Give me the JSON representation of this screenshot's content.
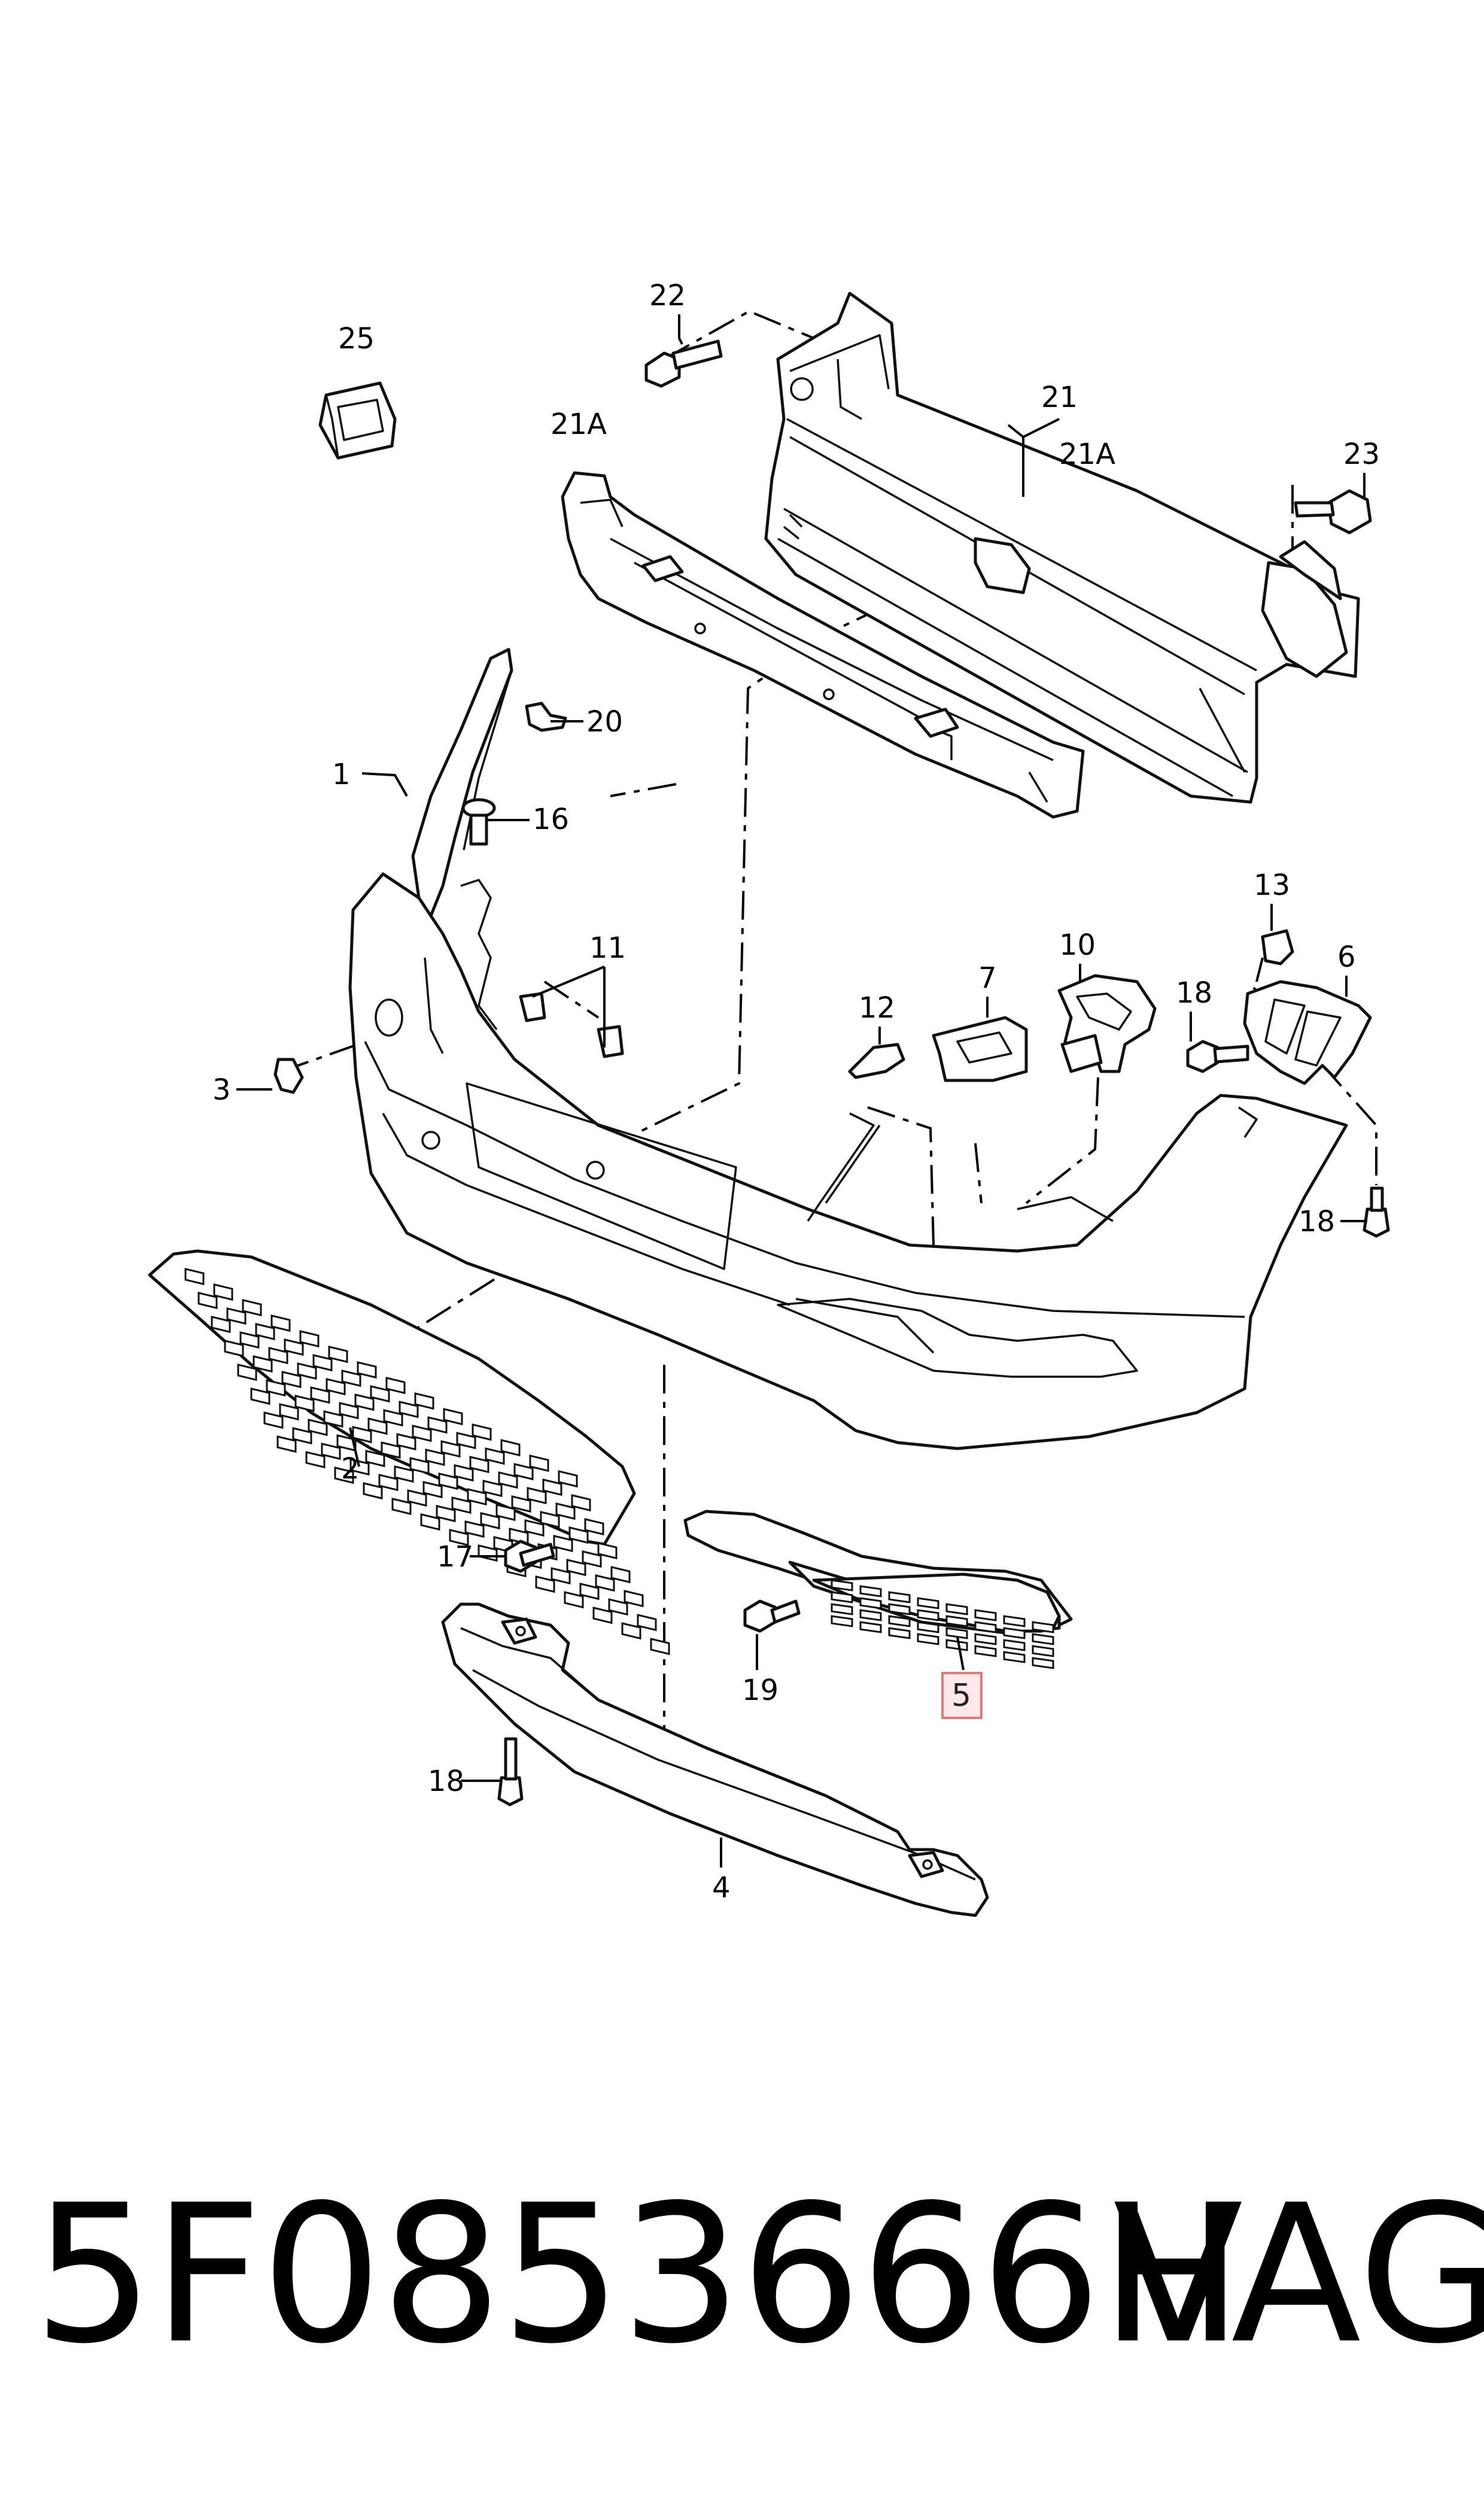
{
  "callouts": {
    "c1": "1",
    "c2": "2",
    "c3": "3",
    "c4": "4",
    "c5": "5",
    "c6": "6",
    "c7": "7",
    "c10": "10",
    "c11": "11",
    "c12": "12",
    "c13": "13",
    "c16": "16",
    "c17": "17",
    "c18a": "18",
    "c18b": "18",
    "c18c": "18",
    "c19": "19",
    "c20": "20",
    "c21": "21",
    "c21a_left": "21A",
    "c21a_right": "21A",
    "c22": "22",
    "c23": "23",
    "c25": "25"
  },
  "highlight_callout": "5",
  "footer": {
    "part_number": "5F0853666H",
    "brand": "VAG"
  },
  "colors": {
    "highlight_fill": "#fde8e8",
    "highlight_border": "#e07a7a",
    "line": "#111111"
  }
}
